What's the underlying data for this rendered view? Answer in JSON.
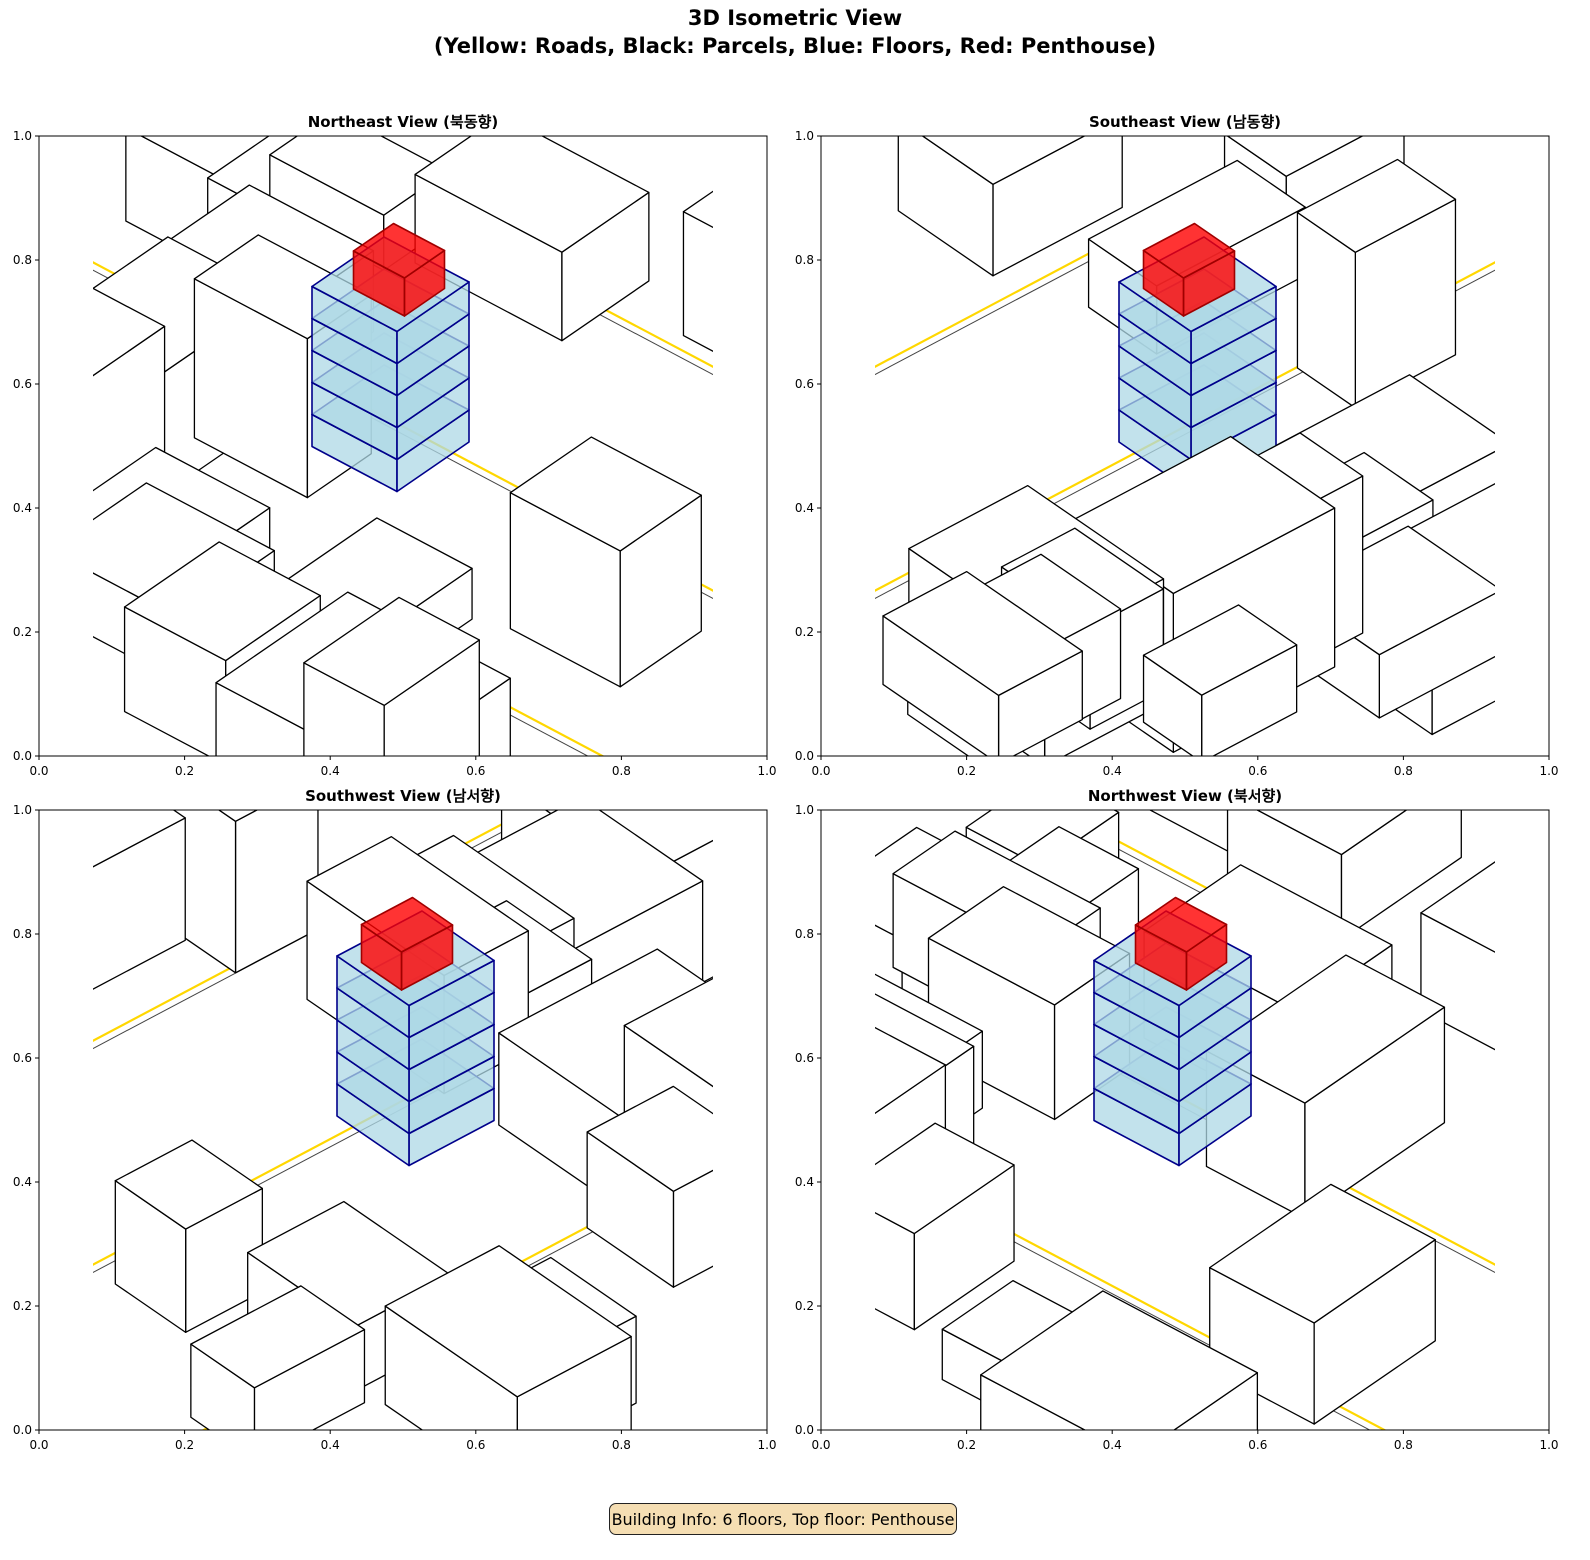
{
  "figure": {
    "title_line1": "3D Isometric View",
    "title_line2": "(Yellow: Roads, Black: Parcels, Blue: Floors, Red: Penthouse)",
    "info_box": "Building Info: 6 floors, Top floor: Penthouse"
  },
  "panels": [
    {
      "title": "Northeast View (북동향)"
    },
    {
      "title": "Southeast View (남동향)"
    },
    {
      "title": "Southwest View (남서향)"
    },
    {
      "title": "Northwest View (북서향)"
    }
  ],
  "axes": {
    "x_ticks": [
      "0.0",
      "0.2",
      "0.4",
      "0.6",
      "0.8",
      "1.0"
    ],
    "y_ticks": [
      "0.0",
      "0.2",
      "0.4",
      "0.6",
      "0.8",
      "1.0"
    ]
  },
  "building": {
    "floors": 6,
    "top_floor": "Penthouse"
  },
  "colors": {
    "roads": "#ffd700",
    "parcels": "#000000",
    "floors": "#add8e6",
    "floor_edge": "#00008b",
    "penthouse": "#ff0000",
    "info_bg": "#f5deb3"
  }
}
